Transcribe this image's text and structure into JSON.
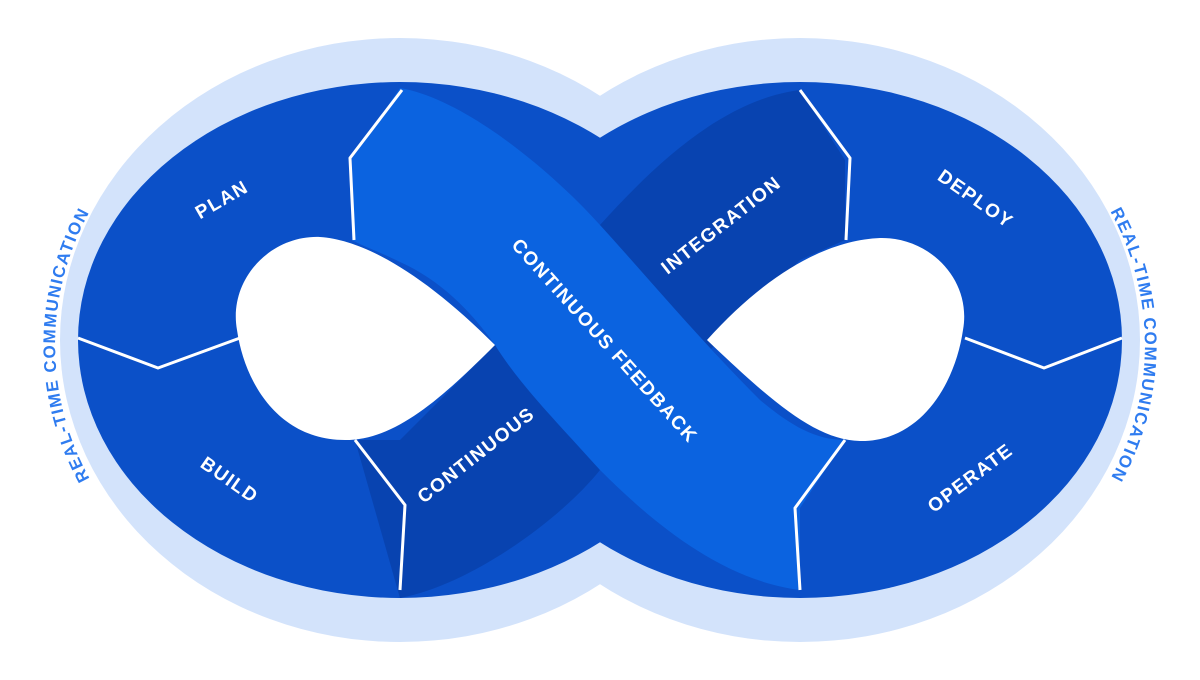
{
  "diagram": {
    "left_side_label": "REAL-TIME COMMUNICATION",
    "right_side_label": "REAL-TIME COMMUNICATION",
    "segments": {
      "plan": "PLAN",
      "build": "BUILD",
      "continuous": "CONTINUOUS",
      "integration": "INTEGRATION",
      "deploy": "DEPLOY",
      "operate": "OPERATE",
      "feedback": "CONTINUOUS FEEDBACK"
    }
  },
  "colors": {
    "halo": "#d3e3fb",
    "band": "#0b50c8",
    "band_dark": "#0843b0",
    "feedback_band": "#0b63e0",
    "divider": "#ffffff",
    "side_label": "#2f7cf0"
  }
}
